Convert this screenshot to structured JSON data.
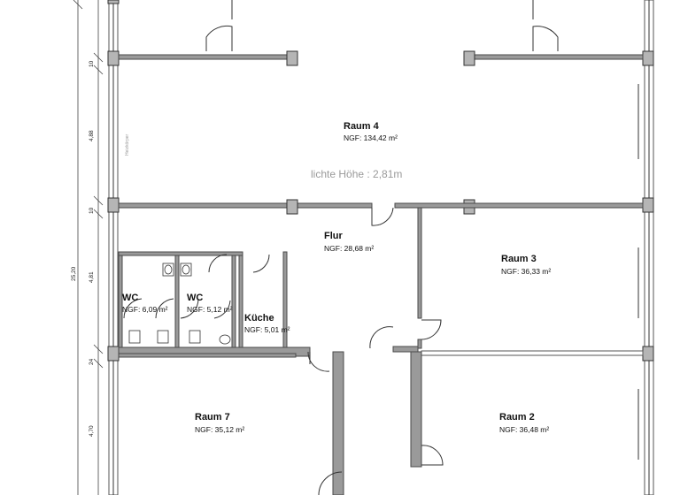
{
  "plan": {
    "ceiling_height_label": "lichte Höhe : 2,81m",
    "radiator_label": "Heizkörper",
    "rooms": [
      {
        "id": "raum4",
        "name": "Raum 4",
        "area": "NGF: 134,42 m²"
      },
      {
        "id": "flur",
        "name": "Flur",
        "area": "NGF: 28,68 m²"
      },
      {
        "id": "raum3",
        "name": "Raum 3",
        "area": "NGF: 36,33 m²"
      },
      {
        "id": "wc1",
        "name": "WC",
        "area": "NGF: 6,09 m²"
      },
      {
        "id": "wc2",
        "name": "WC",
        "area": "NGF: 5,12 m²"
      },
      {
        "id": "kueche",
        "name": "Küche",
        "area": "NGF: 5,01 m²"
      },
      {
        "id": "raum7",
        "name": "Raum 7",
        "area": "NGF: 35,12 m²"
      },
      {
        "id": "raum2",
        "name": "Raum 2",
        "area": "NGF: 36,48 m²"
      }
    ],
    "dimensions": {
      "total": "25,20",
      "segments": [
        "10",
        "4,88",
        "10",
        "4,81",
        "24",
        "4,70"
      ]
    }
  }
}
